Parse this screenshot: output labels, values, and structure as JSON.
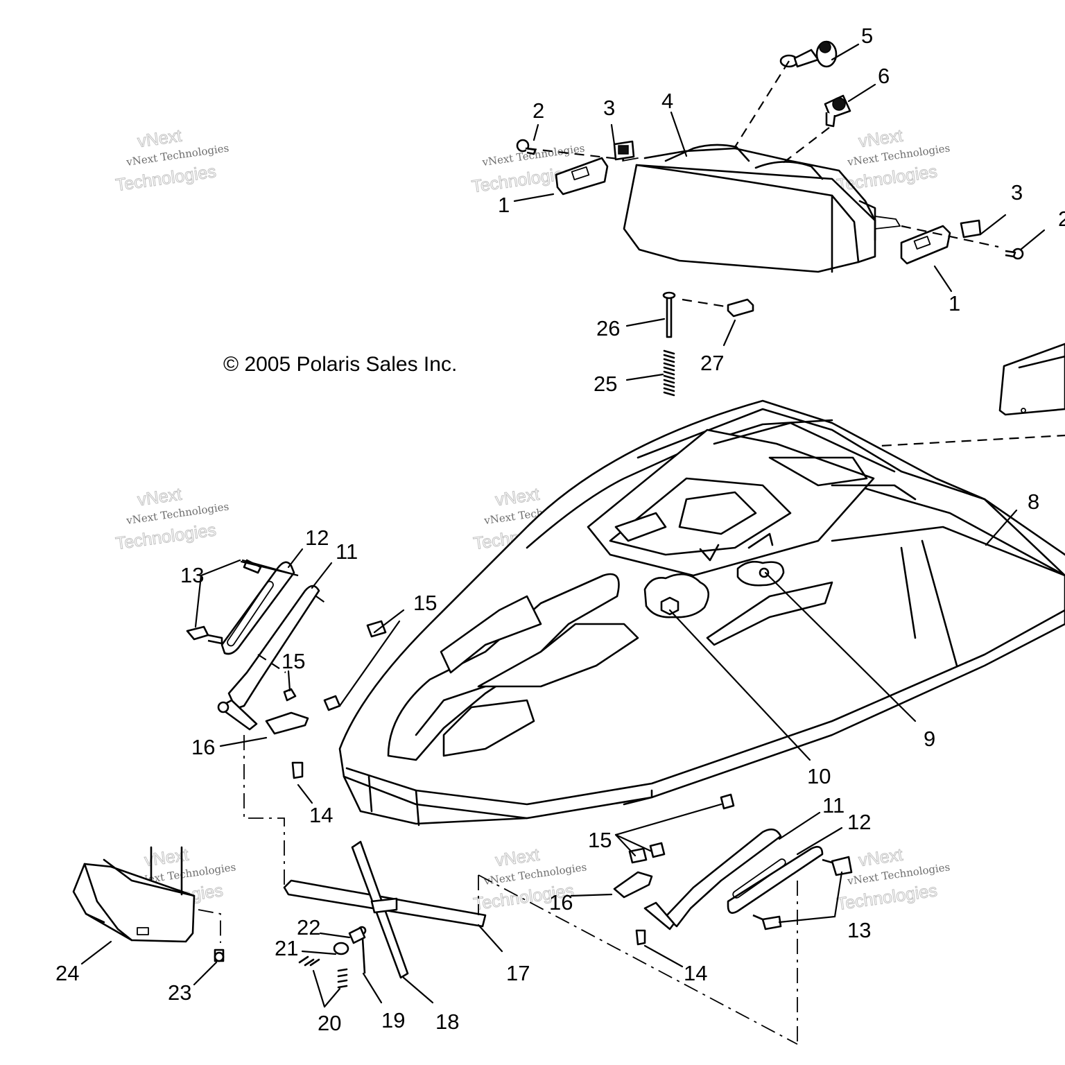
{
  "copyright": "© 2005 Polaris Sales Inc.",
  "watermark": {
    "line1": "vNext Technologies",
    "line2": "vNext",
    "line3": "Technologies"
  },
  "callouts": {
    "n1": "1",
    "n2": "2",
    "n3": "3",
    "n4": "4",
    "n5": "5",
    "n6": "6",
    "n8": "8",
    "n9": "9",
    "n10": "10",
    "n11": "11",
    "n12": "12",
    "n13": "13",
    "n14": "14",
    "n15": "15",
    "n16": "16",
    "n17": "17",
    "n18": "18",
    "n19": "19",
    "n20": "20",
    "n21": "21",
    "n22": "22",
    "n23": "23",
    "n24": "24",
    "n25": "25",
    "n26": "26",
    "n27": "27"
  }
}
